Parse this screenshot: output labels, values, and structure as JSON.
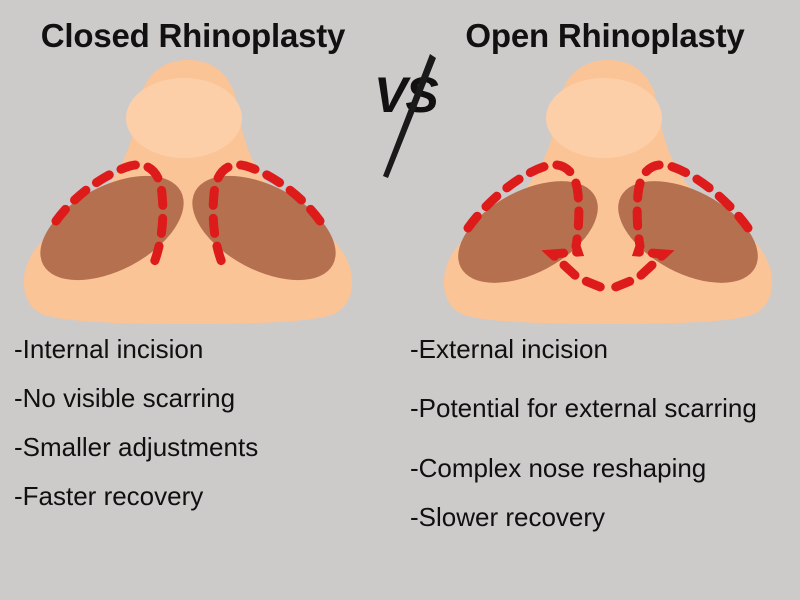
{
  "background_color": "#cdcaca",
  "palette": {
    "skin": "#fbc496",
    "skin_highlight": "#fccfa9",
    "nostril": "#b5704f",
    "nostril_shadow": "#a9674a",
    "incision_red": "#de1b1b",
    "text": "#101010"
  },
  "headings": {
    "left": "Closed Rhinoplasty",
    "right": "Open Rhinoplasty"
  },
  "divider": {
    "label": "VS",
    "slash_icon": "diagonal-slash-icon"
  },
  "illustrations": {
    "left": {
      "name": "closed-rhinoplasty-nose-diagram",
      "incision_type": "internal",
      "incision_note": "dashed red incision outlines inside both nostrils only"
    },
    "right": {
      "name": "open-rhinoplasty-nose-diagram",
      "incision_type": "external",
      "incision_note": "dashed red incision outlines around both nostrils joined by a V across the columella"
    }
  },
  "lists": {
    "left": [
      "-Internal incision",
      "-No visible scarring",
      "-Smaller adjustments",
      "-Faster recovery"
    ],
    "right": [
      "-External incision",
      "-Potential for external scarring",
      "-Complex nose reshaping",
      "-Slower recovery"
    ]
  }
}
